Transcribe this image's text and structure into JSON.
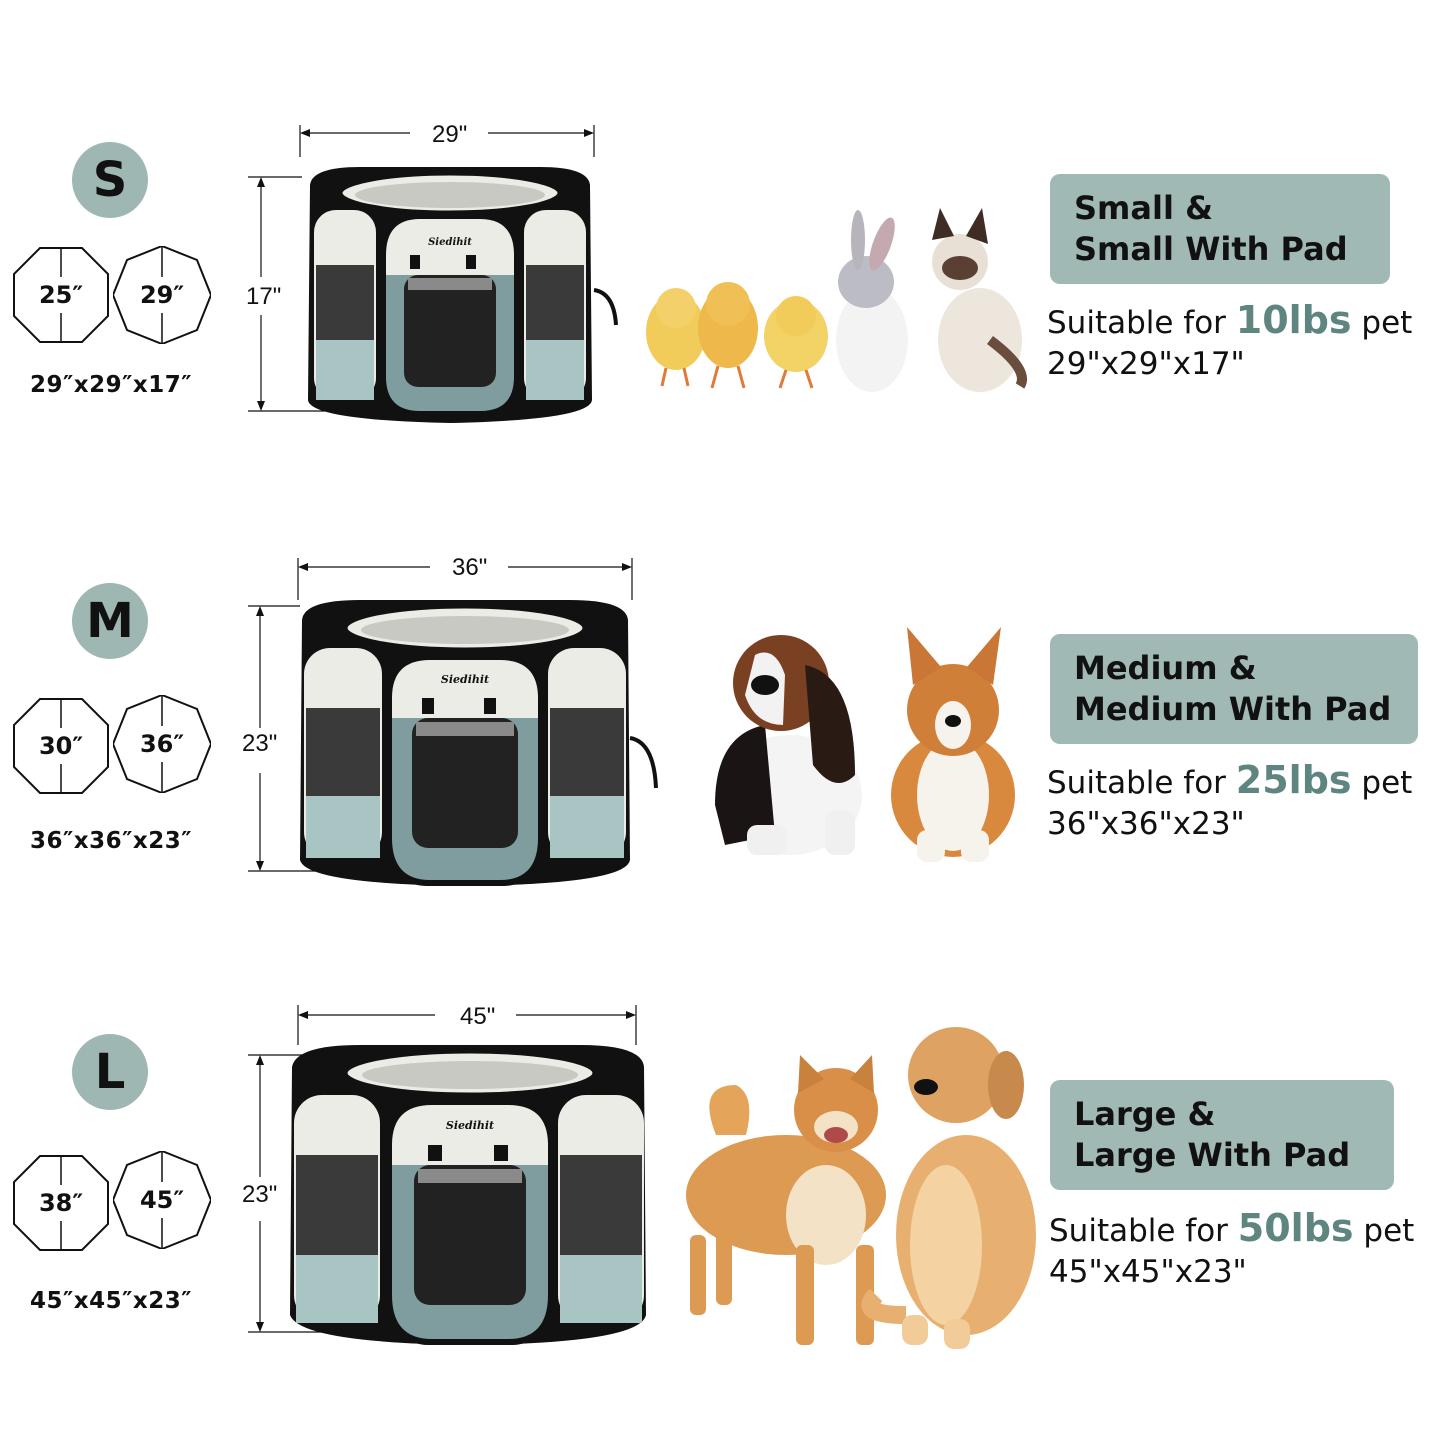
{
  "colors": {
    "accent_circle": "#9fb7b3",
    "badge_bg": "#a1b9b5",
    "weight_text": "#5f8580",
    "pen_cream": "#ecece6",
    "pen_teal": "#a8c4c3",
    "pen_door": "#7f9d9f",
    "pen_black": "#111111"
  },
  "brand": "Siedihit",
  "sizes": [
    {
      "letter": "S",
      "octagon_1": "25″",
      "octagon_2": "29″",
      "dims_bold": "29″x29″x17″",
      "width_label": "29\"",
      "height_label": "17\"",
      "animals": [
        "chick",
        "chick",
        "chick",
        "rabbit",
        "siamese-cat"
      ],
      "badge_line1": "Small &",
      "badge_line2": "Small With Pad",
      "suitable_prefix": "Suitable for",
      "weight": "10lbs",
      "suitable_suffix": "pet",
      "dims": "29\"x29\"x17\""
    },
    {
      "letter": "M",
      "octagon_1": "30″",
      "octagon_2": "36″",
      "dims_bold": "36″x36″x23″",
      "width_label": "36\"",
      "height_label": "23\"",
      "animals": [
        "basset-hound-puppy",
        "corgi"
      ],
      "badge_line1": "Medium &",
      "badge_line2": "Medium With Pad",
      "suitable_prefix": "Suitable for",
      "weight": "25lbs",
      "suitable_suffix": "pet",
      "dims": "36\"x36\"x23\""
    },
    {
      "letter": "L",
      "octagon_1": "38″",
      "octagon_2": "45″",
      "dims_bold": "45″x45″x23″",
      "width_label": "45\"",
      "height_label": "23\"",
      "animals": [
        "shiba-inu",
        "golden-retriever"
      ],
      "badge_line1": "Large &",
      "badge_line2": "Large With Pad",
      "suitable_prefix": "Suitable for",
      "weight": "50lbs",
      "suitable_suffix": "pet",
      "dims": "45\"x45\"x23\""
    }
  ]
}
